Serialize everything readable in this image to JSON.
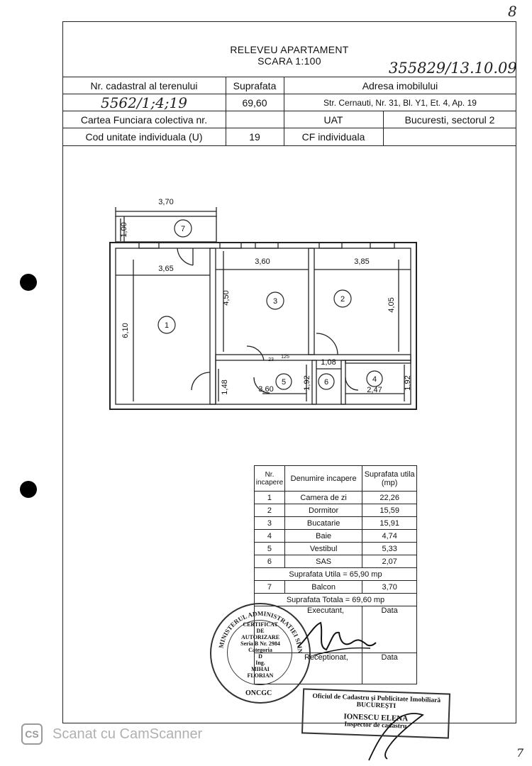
{
  "corner_mark": "8",
  "bottom_mark": "7",
  "title": {
    "line1": "RELEVEU APARTAMENT",
    "line2": "SCARA 1:100"
  },
  "handwritten_ref": "355829/13.10.09",
  "header": {
    "row1": {
      "c1": "Nr. cadastral al terenului",
      "c2": "Suprafata",
      "c3": "Adresa imobilului"
    },
    "row2": {
      "c1": "5562/1;4;19",
      "c2": "69,60",
      "c3": "Str. Cernauti, Nr. 31, Bl. Y1, Et. 4, Ap. 19"
    },
    "row3": {
      "c1": "Cartea Funciara colectiva nr.",
      "c2": "",
      "c3": "UAT",
      "c4": "Bucuresti, sectorul 2"
    },
    "row4": {
      "c1": "Cod unitate individuala (U)",
      "c2": "19",
      "c3": "CF individuala",
      "c4": ""
    }
  },
  "plan": {
    "dim_top": "3,70",
    "dim_balcony": "1,00",
    "dim_r1_w": "3,65",
    "dim_r1_h": "6,10",
    "dim_r3_w": "3,60",
    "dim_r3_h": "4,50",
    "dim_r2_w": "3,85",
    "dim_r2_h": "4,05",
    "dim_sas_w": "1,08",
    "dim_hall_h": "1,48",
    "dim_hall_w": "3,60",
    "dim_sas_h": "1,92",
    "dim_bath_w": "2,47",
    "dim_bath_h": "1,92",
    "dim_small_a": "23",
    "dim_small_b": "125",
    "rooms": [
      "1",
      "2",
      "3",
      "4",
      "5",
      "6",
      "7"
    ]
  },
  "area_table": {
    "headers": {
      "nr": "Nr. incapere",
      "name": "Denumire incapere",
      "area": "Suprafata utila (mp)"
    },
    "rows": [
      {
        "nr": "1",
        "name": "Camera de zi",
        "area": "22,26"
      },
      {
        "nr": "2",
        "name": "Dormitor",
        "area": "15,59"
      },
      {
        "nr": "3",
        "name": "Bucatarie",
        "area": "15,91"
      },
      {
        "nr": "4",
        "name": "Baie",
        "area": "4,74"
      },
      {
        "nr": "5",
        "name": "Vestibul",
        "area": "5,33"
      },
      {
        "nr": "6",
        "name": "SAS",
        "area": "2,07"
      }
    ],
    "util_total": "Suprafata Utila = 65,90 mp",
    "balcony": {
      "nr": "7",
      "name": "Balcon",
      "area": "3,70"
    },
    "grand_total": "Suprafata Totala = 69,60 mp",
    "executant": "Executant,",
    "data1": "Data",
    "receptionat": "Receptionat,",
    "data2": "Data"
  },
  "stamp_round": {
    "ring_text": "MINISTERUL ADMINISTRATIEI SI INTERNELOR",
    "bottom_text": "ONCGC",
    "l1": "CERTIFICAT",
    "l2": "DE",
    "l3": "AUTORIZARE",
    "l4": "Seria B Nr. 2984",
    "l5": "Categoria",
    "l6": "D",
    "l7": "Ing.",
    "l8": "MIHAI",
    "l9": "FLORIAN"
  },
  "stamp_rect": {
    "line1": "Oficiul de Cadastru şi Publicitate Imobiliară",
    "line2": "BUCUREŞTI",
    "line3": "IONESCU ELENA",
    "line4": "Inspector de cadastru"
  },
  "watermark": {
    "logo": "CS",
    "text": "Scanat cu CamScanner"
  }
}
